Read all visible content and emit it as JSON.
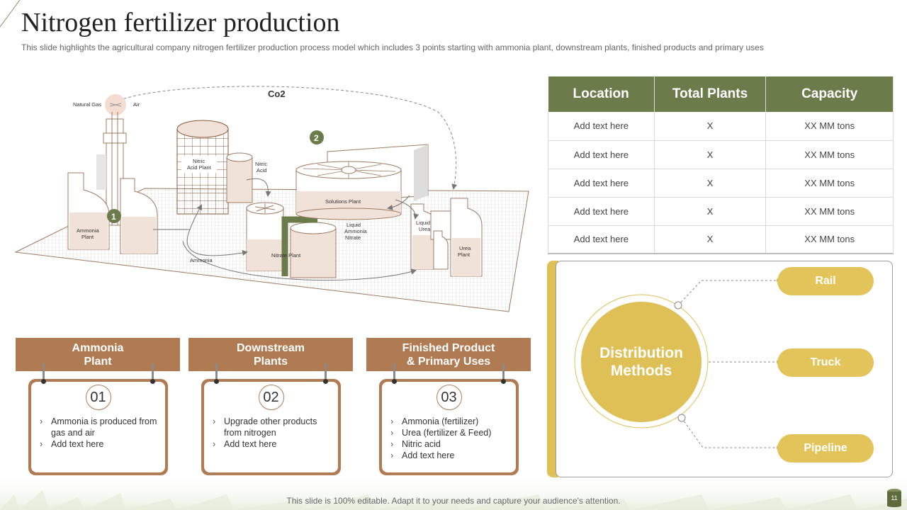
{
  "slide": {
    "title": "Nitrogen fertilizer production",
    "subtitle": "This slide highlights the agricultural company nitrogen fertilizer production process model which includes 3 points starting with ammonia plant, downstream plants, finished products and primary uses",
    "footer": "This slide is 100% editable. Adapt it to your needs and capture your audience's attention.",
    "page_number": "11"
  },
  "colors": {
    "olive": "#6b7b4a",
    "brown": "#b07b52",
    "gold": "#dfc057",
    "pale_pink": "#f0e2d9"
  },
  "illustration": {
    "co2": "Co2",
    "natural_gas": "Natural Gas",
    "air": "Air",
    "badge_1": "1",
    "badge_2": "2",
    "ammonia_plant": [
      "Ammonia",
      "Plant"
    ],
    "nitric_acid_plant": [
      "Nitric",
      "Acid Plant"
    ],
    "nitric_acid": [
      "Nitric",
      "Acid"
    ],
    "solutions_plant": "Solutions Plant",
    "liquid_ammonia_nitrate": [
      "Liquid",
      "Ammonia",
      "Nitrate"
    ],
    "liquid_urea": [
      "Liquid",
      "Urea"
    ],
    "urea_plant": [
      "Urea",
      "Plant"
    ],
    "nitrate_plant": "Nitrate Plant",
    "ammonia": "Ammonia"
  },
  "steps": [
    {
      "header": [
        "Ammonia",
        "Plant"
      ],
      "number": "01",
      "items": [
        "Ammonia is produced from gas and air",
        "Add text here"
      ]
    },
    {
      "header": [
        "Downstream",
        "Plants"
      ],
      "number": "02",
      "items": [
        "Upgrade other products from nitrogen",
        "Add text here"
      ]
    },
    {
      "header": [
        "Finished Product",
        "& Primary Uses"
      ],
      "number": "03",
      "items": [
        "Ammonia (fertilizer)",
        "Urea (fertilizer & Feed)",
        "Nitric acid",
        "Add text here"
      ]
    }
  ],
  "table": {
    "headers": [
      "Location",
      "Total Plants",
      "Capacity"
    ],
    "rows": [
      [
        "Add text here",
        "X",
        "XX  MM tons"
      ],
      [
        "Add text here",
        "X",
        "XX  MM tons"
      ],
      [
        "Add text here",
        "X",
        "XX  MM tons"
      ],
      [
        "Add text here",
        "X",
        "XX  MM tons"
      ],
      [
        "Add text here",
        "X",
        "XX  MM tons"
      ]
    ]
  },
  "distribution": {
    "title": [
      "Distribution",
      "Methods"
    ],
    "methods": [
      "Rail",
      "Truck",
      "Pipeline"
    ]
  }
}
